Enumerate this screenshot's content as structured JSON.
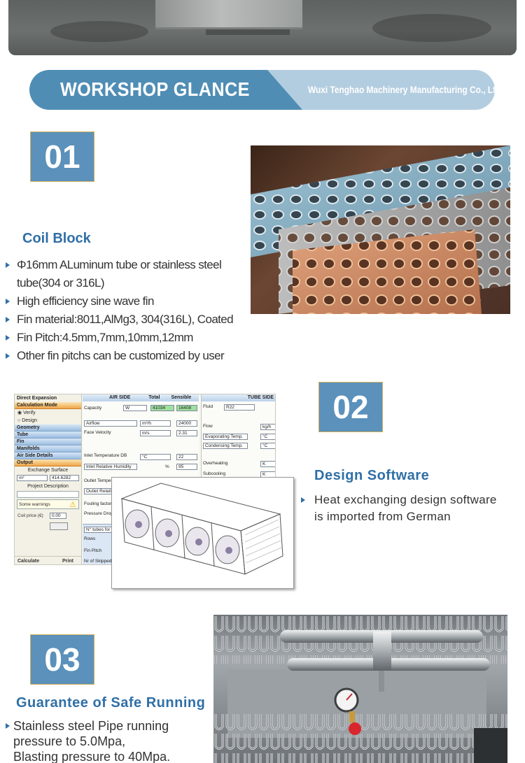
{
  "banner": {
    "title": "WORKSHOP GLANCE",
    "company": "Wuxi Tenghao Machinery Manufacturing Co., Ltd."
  },
  "sections": [
    {
      "number": "01",
      "title": "Coil Block",
      "features": [
        "Φ16mm ALuminum tube or stainless steel",
        "tube(304 or 316L)",
        "High efficiency sine wave fin",
        "Fin material:8011,AlMg3, 304(316L), Coated",
        "Fin Pitch:4.5mm,7mm,10mm,12mm",
        "Other fin pitchs can be customized by user"
      ]
    },
    {
      "number": "02",
      "title": "Design Software",
      "features": [
        "Heat exchanging design software",
        "is imported from German"
      ]
    },
    {
      "number": "03",
      "title": "Guarantee of Safe Running",
      "features": [
        "Stainless steel Pipe running",
        "pressure to 5.0Mpa,",
        "Blasting pressure to 40Mpa."
      ]
    }
  ],
  "software": {
    "left_panel": {
      "header": "Direct Expansion",
      "calc_mode": "Calculation Mode",
      "verify": "Verify",
      "design": "Design",
      "menu": [
        "Geometry",
        "Tube",
        "Fin",
        "Manifolds",
        "Air Side Details",
        "Output"
      ],
      "exchange_surface": "Exchange Surface",
      "surface_unit": "m²",
      "surface_value": "414.6282",
      "project_description": "Project Description",
      "warnings": "Some warnings",
      "coil_price_label": "Coil price (€)",
      "coil_price_value": "0.00",
      "calculate": "Calculate",
      "print": "Print"
    },
    "air_side": {
      "header": "AIR SIDE",
      "total": "Total",
      "sensible": "Sensible",
      "capacity": "Capacity",
      "capacity_unit": "W",
      "capacity_total": "41034",
      "capacity_sensible": "16408",
      "airflow": "Airflow",
      "airflow_unit": "m³/h",
      "airflow_value": "24000",
      "face_velocity": "Face Velocity",
      "face_velocity_unit": "m/s",
      "face_velocity_value": "2.31",
      "inlet_temp": "Inlet Temperature DB",
      "inlet_temp_unit": "°C",
      "inlet_temp_value": "22",
      "inlet_humidity": "Inlet Relative Humidity",
      "humidity_unit": "%",
      "humidity_value": "95",
      "outlet_temp": "Outlet Tempera",
      "outlet_rel": "Outlet Relative",
      "fouling": "Fouling factor",
      "pressure_drop": "Pressure Drop",
      "tubes": "N° tubes for ro",
      "rows": "Rows",
      "fin_pitch": "Fin Pitch",
      "skipped": "Nr of Skipped T"
    },
    "tube_side": {
      "header": "TUBE SIDE",
      "fluid": "Fluid",
      "fluid_value": "R22",
      "flow": "Flow",
      "flow_unit": "kg/h",
      "evaporating": "Evaporating Temp.",
      "evap_unit": "°C",
      "condensing": "Condensing Temp.",
      "cond_unit": "°C",
      "overheating": "Overheating",
      "overheating_unit": "K",
      "subcooling": "Subcooling",
      "subcooling_unit": "K"
    }
  },
  "colors": {
    "brand_blue": "#5b91bb",
    "title_blue": "#2f6fa6",
    "banner_light": "#b3cde0",
    "badge_border": "#d2b15a"
  }
}
